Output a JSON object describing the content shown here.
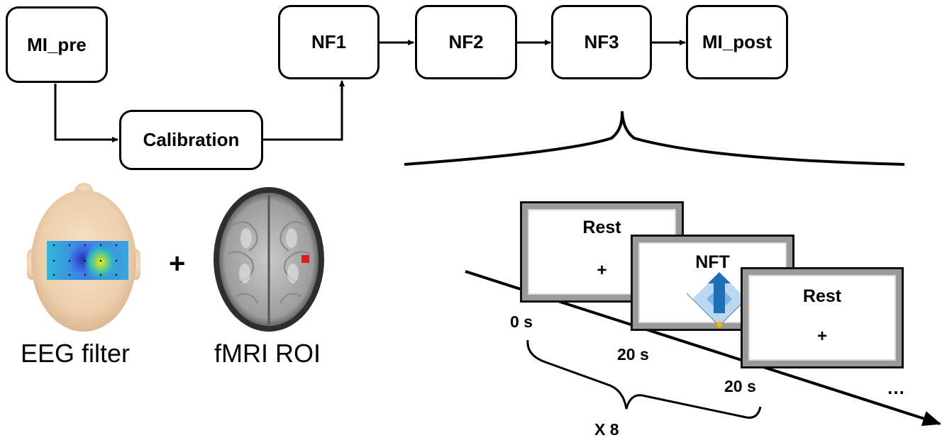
{
  "pipeline": {
    "mi_pre": "MI_pre",
    "calibration": "Calibration",
    "nf1": "NF1",
    "nf2": "NF2",
    "nf3": "NF3",
    "mi_post": "MI_post"
  },
  "calibration_inputs": {
    "eeg_caption": "EEG filter",
    "plus": "+",
    "fmri_caption": "fMRI ROI"
  },
  "timeline": {
    "screen1_title": "Rest",
    "screen1_cross": "+",
    "screen2_title": "NFT",
    "screen3_title": "Rest",
    "screen3_cross": "+",
    "t0": "0 s",
    "t1": "20 s",
    "t2": "20 s",
    "ellipsis": "…",
    "repeat": "X 8"
  },
  "colors": {
    "roi": "#e8151b",
    "nft_arrow": "#1f6fb5",
    "nft_region": "#b9d8f3",
    "nft_marker": "#f5b400"
  }
}
